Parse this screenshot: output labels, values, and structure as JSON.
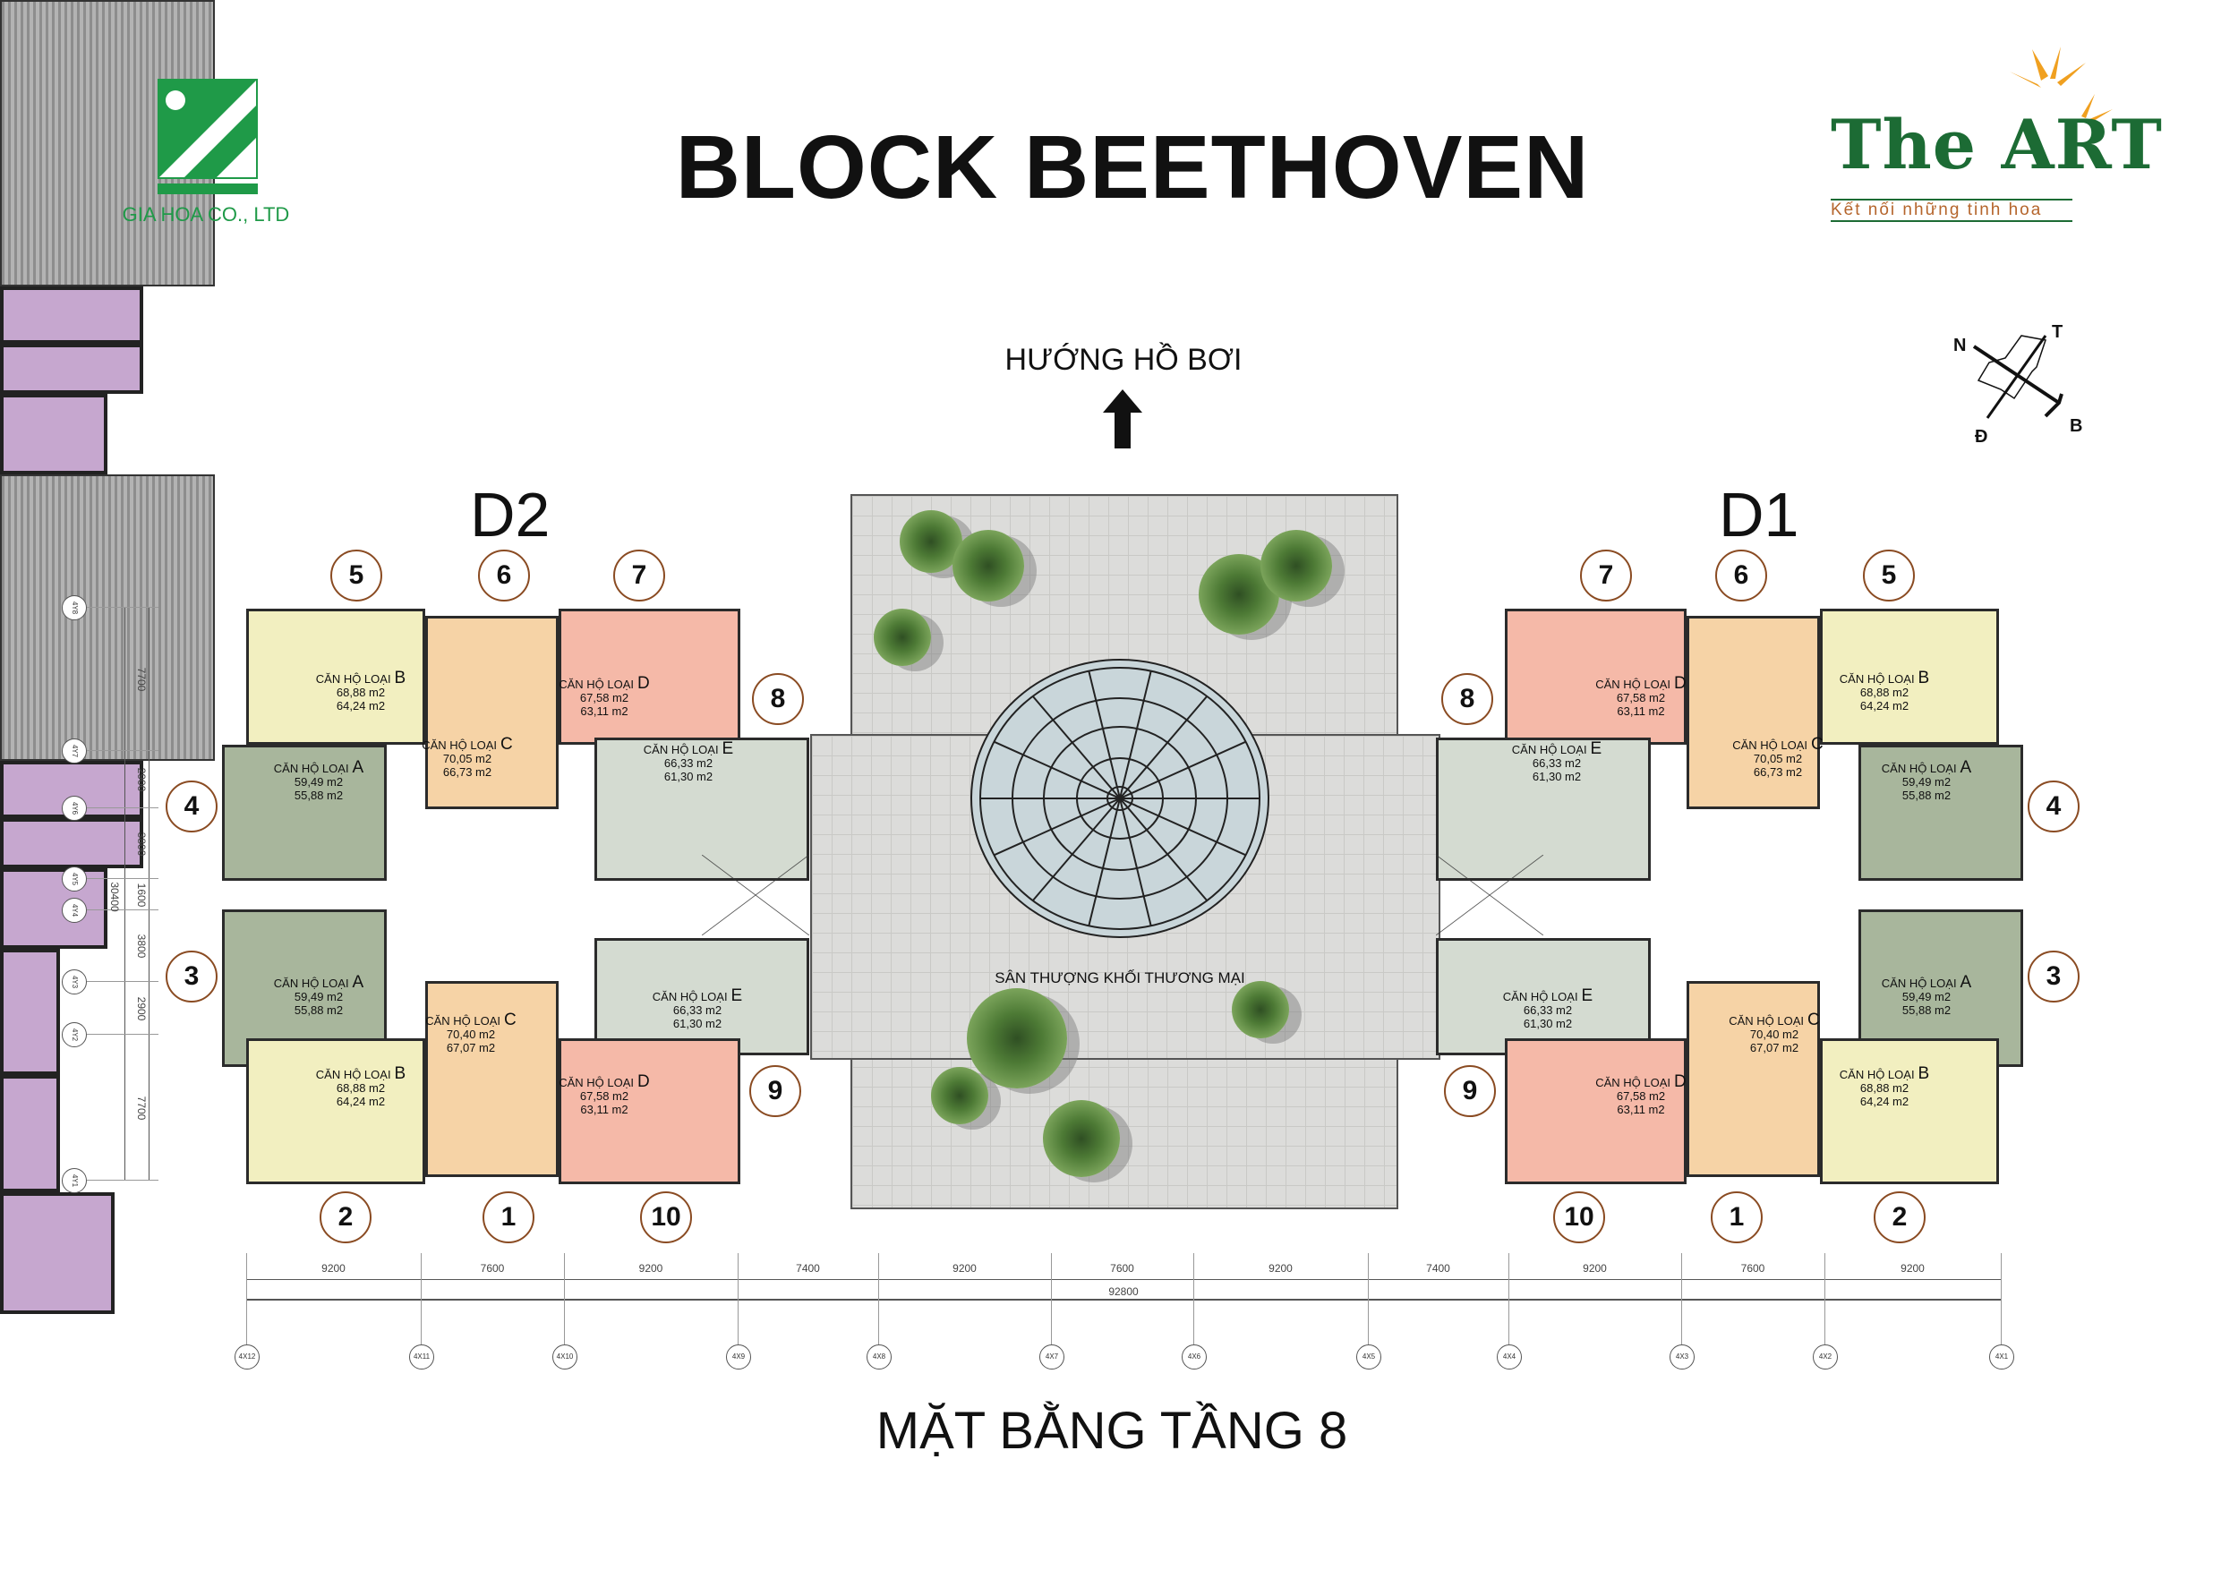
{
  "header": {
    "title": "BLOCK BEETHOVEN",
    "developer_logo_text": "GIA HOA CO., LTD",
    "project_logo_text": "The ART",
    "project_slogan": "Kết nối những tinh hoa"
  },
  "direction": {
    "label": "HƯỚNG HỒ BƠI"
  },
  "compass": {
    "n": "N",
    "t": "T",
    "b": "B",
    "d": "Đ"
  },
  "terrace_label": "SÂN THƯỢNG KHỐI THƯƠNG MẠI",
  "blocks": [
    {
      "name": "D2",
      "units": [
        {
          "number": "5",
          "type_label": "CĂN HỘ LOẠI",
          "type": "B",
          "area_1": "68,88 m2",
          "area_2": "64,24 m2"
        },
        {
          "number": "6",
          "type_label": "CĂN HỘ LOẠI",
          "type": "C",
          "area_1": "70,05 m2",
          "area_2": "66,73 m2"
        },
        {
          "number": "7",
          "type_label": "CĂN HỘ LOẠI",
          "type": "D",
          "area_1": "67,58 m2",
          "area_2": "63,11 m2"
        },
        {
          "number": "8",
          "type_label": "CĂN HỘ LOẠI",
          "type": "E",
          "area_1": "66,33 m2",
          "area_2": "61,30 m2"
        },
        {
          "number": "4",
          "type_label": "CĂN HỘ LOẠI",
          "type": "A",
          "area_1": "59,49 m2",
          "area_2": "55,88 m2"
        },
        {
          "number": "3",
          "type_label": "CĂN HỘ LOẠI",
          "type": "A",
          "area_1": "59,49 m2",
          "area_2": "55,88 m2"
        },
        {
          "number": "9",
          "type_label": "CĂN HỘ LOẠI",
          "type": "E",
          "area_1": "66,33 m2",
          "area_2": "61,30 m2"
        },
        {
          "number": "2",
          "type_label": "CĂN HỘ LOẠI",
          "type": "B",
          "area_1": "68,88 m2",
          "area_2": "64,24 m2"
        },
        {
          "number": "1",
          "type_label": "CĂN HỘ LOẠI",
          "type": "C",
          "area_1": "70,40 m2",
          "area_2": "67,07 m2"
        },
        {
          "number": "10",
          "type_label": "CĂN HỘ LOẠI",
          "type": "D",
          "area_1": "67,58 m2",
          "area_2": "63,11 m2"
        }
      ]
    },
    {
      "name": "D1",
      "units": [
        {
          "number": "5",
          "type_label": "CĂN HỘ LOẠI",
          "type": "B",
          "area_1": "68,88 m2",
          "area_2": "64,24 m2"
        },
        {
          "number": "6",
          "type_label": "CĂN HỘ LOẠI",
          "type": "C",
          "area_1": "70,05 m2",
          "area_2": "66,73 m2"
        },
        {
          "number": "7",
          "type_label": "CĂN HỘ LOẠI",
          "type": "D",
          "area_1": "67,58 m2",
          "area_2": "63,11 m2"
        },
        {
          "number": "8",
          "type_label": "CĂN HỘ LOẠI",
          "type": "E",
          "area_1": "66,33 m2",
          "area_2": "61,30 m2"
        },
        {
          "number": "4",
          "type_label": "CĂN HỘ LOẠI",
          "type": "A",
          "area_1": "59,49 m2",
          "area_2": "55,88 m2"
        },
        {
          "number": "3",
          "type_label": "CĂN HỘ LOẠI",
          "type": "A",
          "area_1": "59,49 m2",
          "area_2": "55,88 m2"
        },
        {
          "number": "9",
          "type_label": "CĂN HỘ LOẠI",
          "type": "E",
          "area_1": "66,33 m2",
          "area_2": "61,30 m2"
        },
        {
          "number": "2",
          "type_label": "CĂN HỘ LOẠI",
          "type": "B",
          "area_1": "68,88 m2",
          "area_2": "64,24 m2"
        },
        {
          "number": "1",
          "type_label": "CĂN HỘ LOẠI",
          "type": "C",
          "area_1": "70,40 m2",
          "area_2": "67,07 m2"
        },
        {
          "number": "10",
          "type_label": "CĂN HỘ LOẠI",
          "type": "D",
          "area_1": "67,58 m2",
          "area_2": "63,11 m2"
        }
      ]
    }
  ],
  "unit_colors": {
    "A": "#a8b69c",
    "B": "#f2efc0",
    "C": "#f6d3a6",
    "D": "#f5b9a8",
    "E": "#d4dbd1"
  },
  "grid": {
    "x_labels": [
      "4X12",
      "4X11",
      "4X10",
      "4X9",
      "4X8",
      "4X7",
      "4X6",
      "4X5",
      "4X4",
      "4X3",
      "4X2",
      "4X1"
    ],
    "x_spans": [
      "9200",
      "7600",
      "9200",
      "7400",
      "9200",
      "7600",
      "9200",
      "7400",
      "9200",
      "7600",
      "9200"
    ],
    "x_total": "92800",
    "y_labels": [
      "4Y8",
      "4Y7",
      "4Y6",
      "4Y5",
      "4Y4",
      "4Y3",
      "4Y2",
      "4Y1"
    ],
    "y_spans": [
      "7700",
      "2900",
      "3800",
      "1600",
      "3800",
      "2900",
      "7700"
    ],
    "y_total": "30400"
  },
  "footer": {
    "title": "MẶT BẰNG TẦNG 8"
  }
}
